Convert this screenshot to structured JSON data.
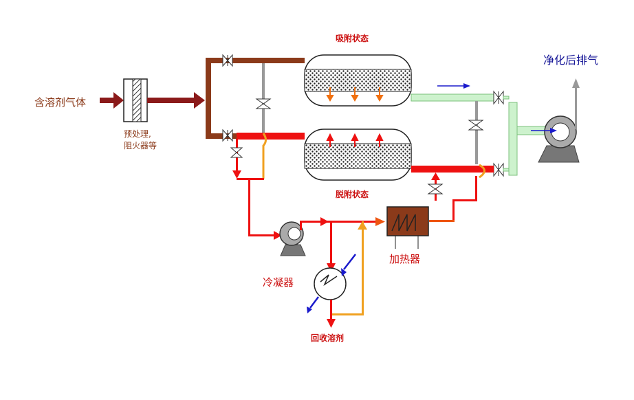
{
  "labels": {
    "inlet_gas": "含溶剂气体",
    "pretreat_line1": "预处理,",
    "pretreat_line2": "阻火器等",
    "adsorb_state": "吸附状态",
    "desorb_state": "脱附状态",
    "clean_exhaust": "净化后排气",
    "heater": "加热器",
    "condenser": "冷凝器",
    "recovered_solvent": "回收溶剂"
  },
  "colors": {
    "dark_red": "#8b1a1a",
    "brown": "#8b3a1a",
    "red": "#ee1111",
    "orange": "#f0a020",
    "light_green": "#cdf2cd",
    "green_border": "#7cc07c",
    "gray": "#999999",
    "blue": "#1a1acc",
    "heater_fill": "#8b3a1a"
  }
}
